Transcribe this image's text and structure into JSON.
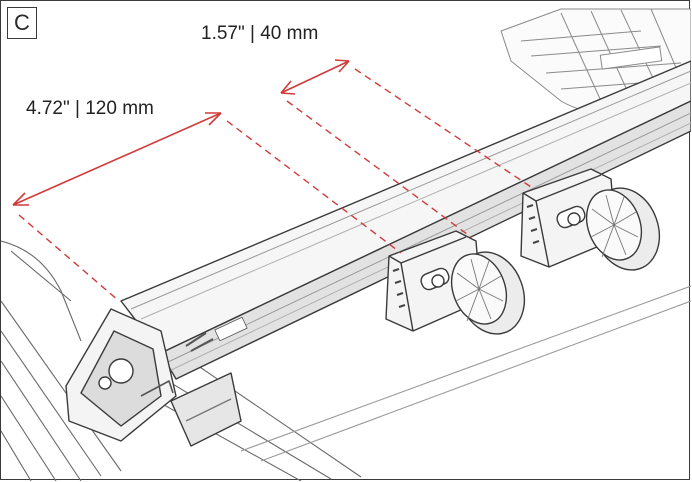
{
  "step": {
    "label": "C"
  },
  "dimensions": [
    {
      "id": "spacing-40",
      "label": "1.57\" | 40 mm"
    },
    {
      "id": "spacing-120",
      "label": "4.72\" | 120 mm"
    }
  ],
  "colors": {
    "dimension_line": "#d23a3a",
    "outline": "#3a3a3a",
    "part_fill": "#f4f4f4",
    "shade": "#dcdcdc"
  },
  "icons": [
    "double-arrow-dimension-icon"
  ]
}
